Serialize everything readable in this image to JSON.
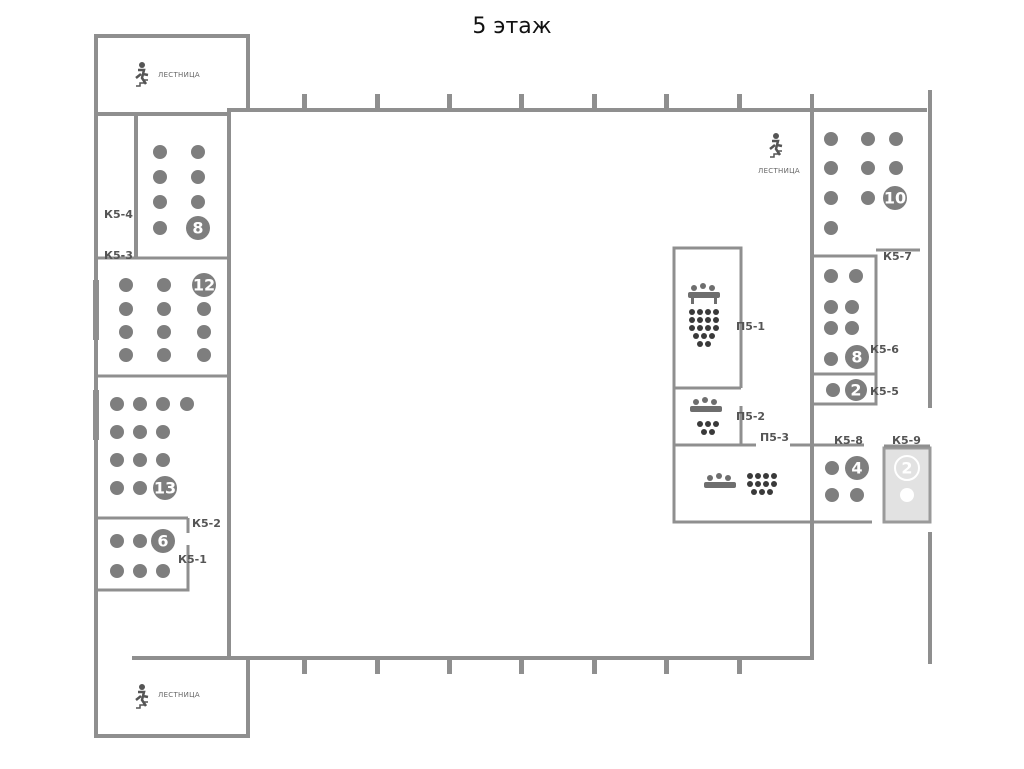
{
  "floor": {
    "title": "5 этаж"
  },
  "stairs": {
    "label": "ЛЕСТНИЦА"
  },
  "rooms": {
    "k5_1": {
      "label": "К5-1",
      "seats": "6"
    },
    "k5_2": {
      "label": "К5-2",
      "seats": "13"
    },
    "k5_3": {
      "label": "К5-3",
      "seats": "12"
    },
    "k5_4": {
      "label": "К5-4",
      "seats": "8"
    },
    "k5_5": {
      "label": "К5-5",
      "seats": "2"
    },
    "k5_6": {
      "label": "К5-6",
      "seats": "8"
    },
    "k5_7": {
      "label": "К5-7",
      "seats": "10"
    },
    "k5_8": {
      "label": "К5-8",
      "seats": "4"
    },
    "k5_9": {
      "label": "К5-9",
      "seats": "2",
      "state": "unavailable"
    },
    "p5_1": {
      "label": "П5-1"
    },
    "p5_2": {
      "label": "П5-2"
    },
    "p5_3": {
      "label": "П5-3"
    }
  },
  "colors": {
    "wall": "#8f8f8f",
    "seat": "#7e7e7e",
    "unavailable": "#e2e2e2"
  },
  "icons": {
    "stairs": "stairs-person-icon",
    "meeting": "meeting-table-icon",
    "seat": "seat-dot-icon"
  }
}
